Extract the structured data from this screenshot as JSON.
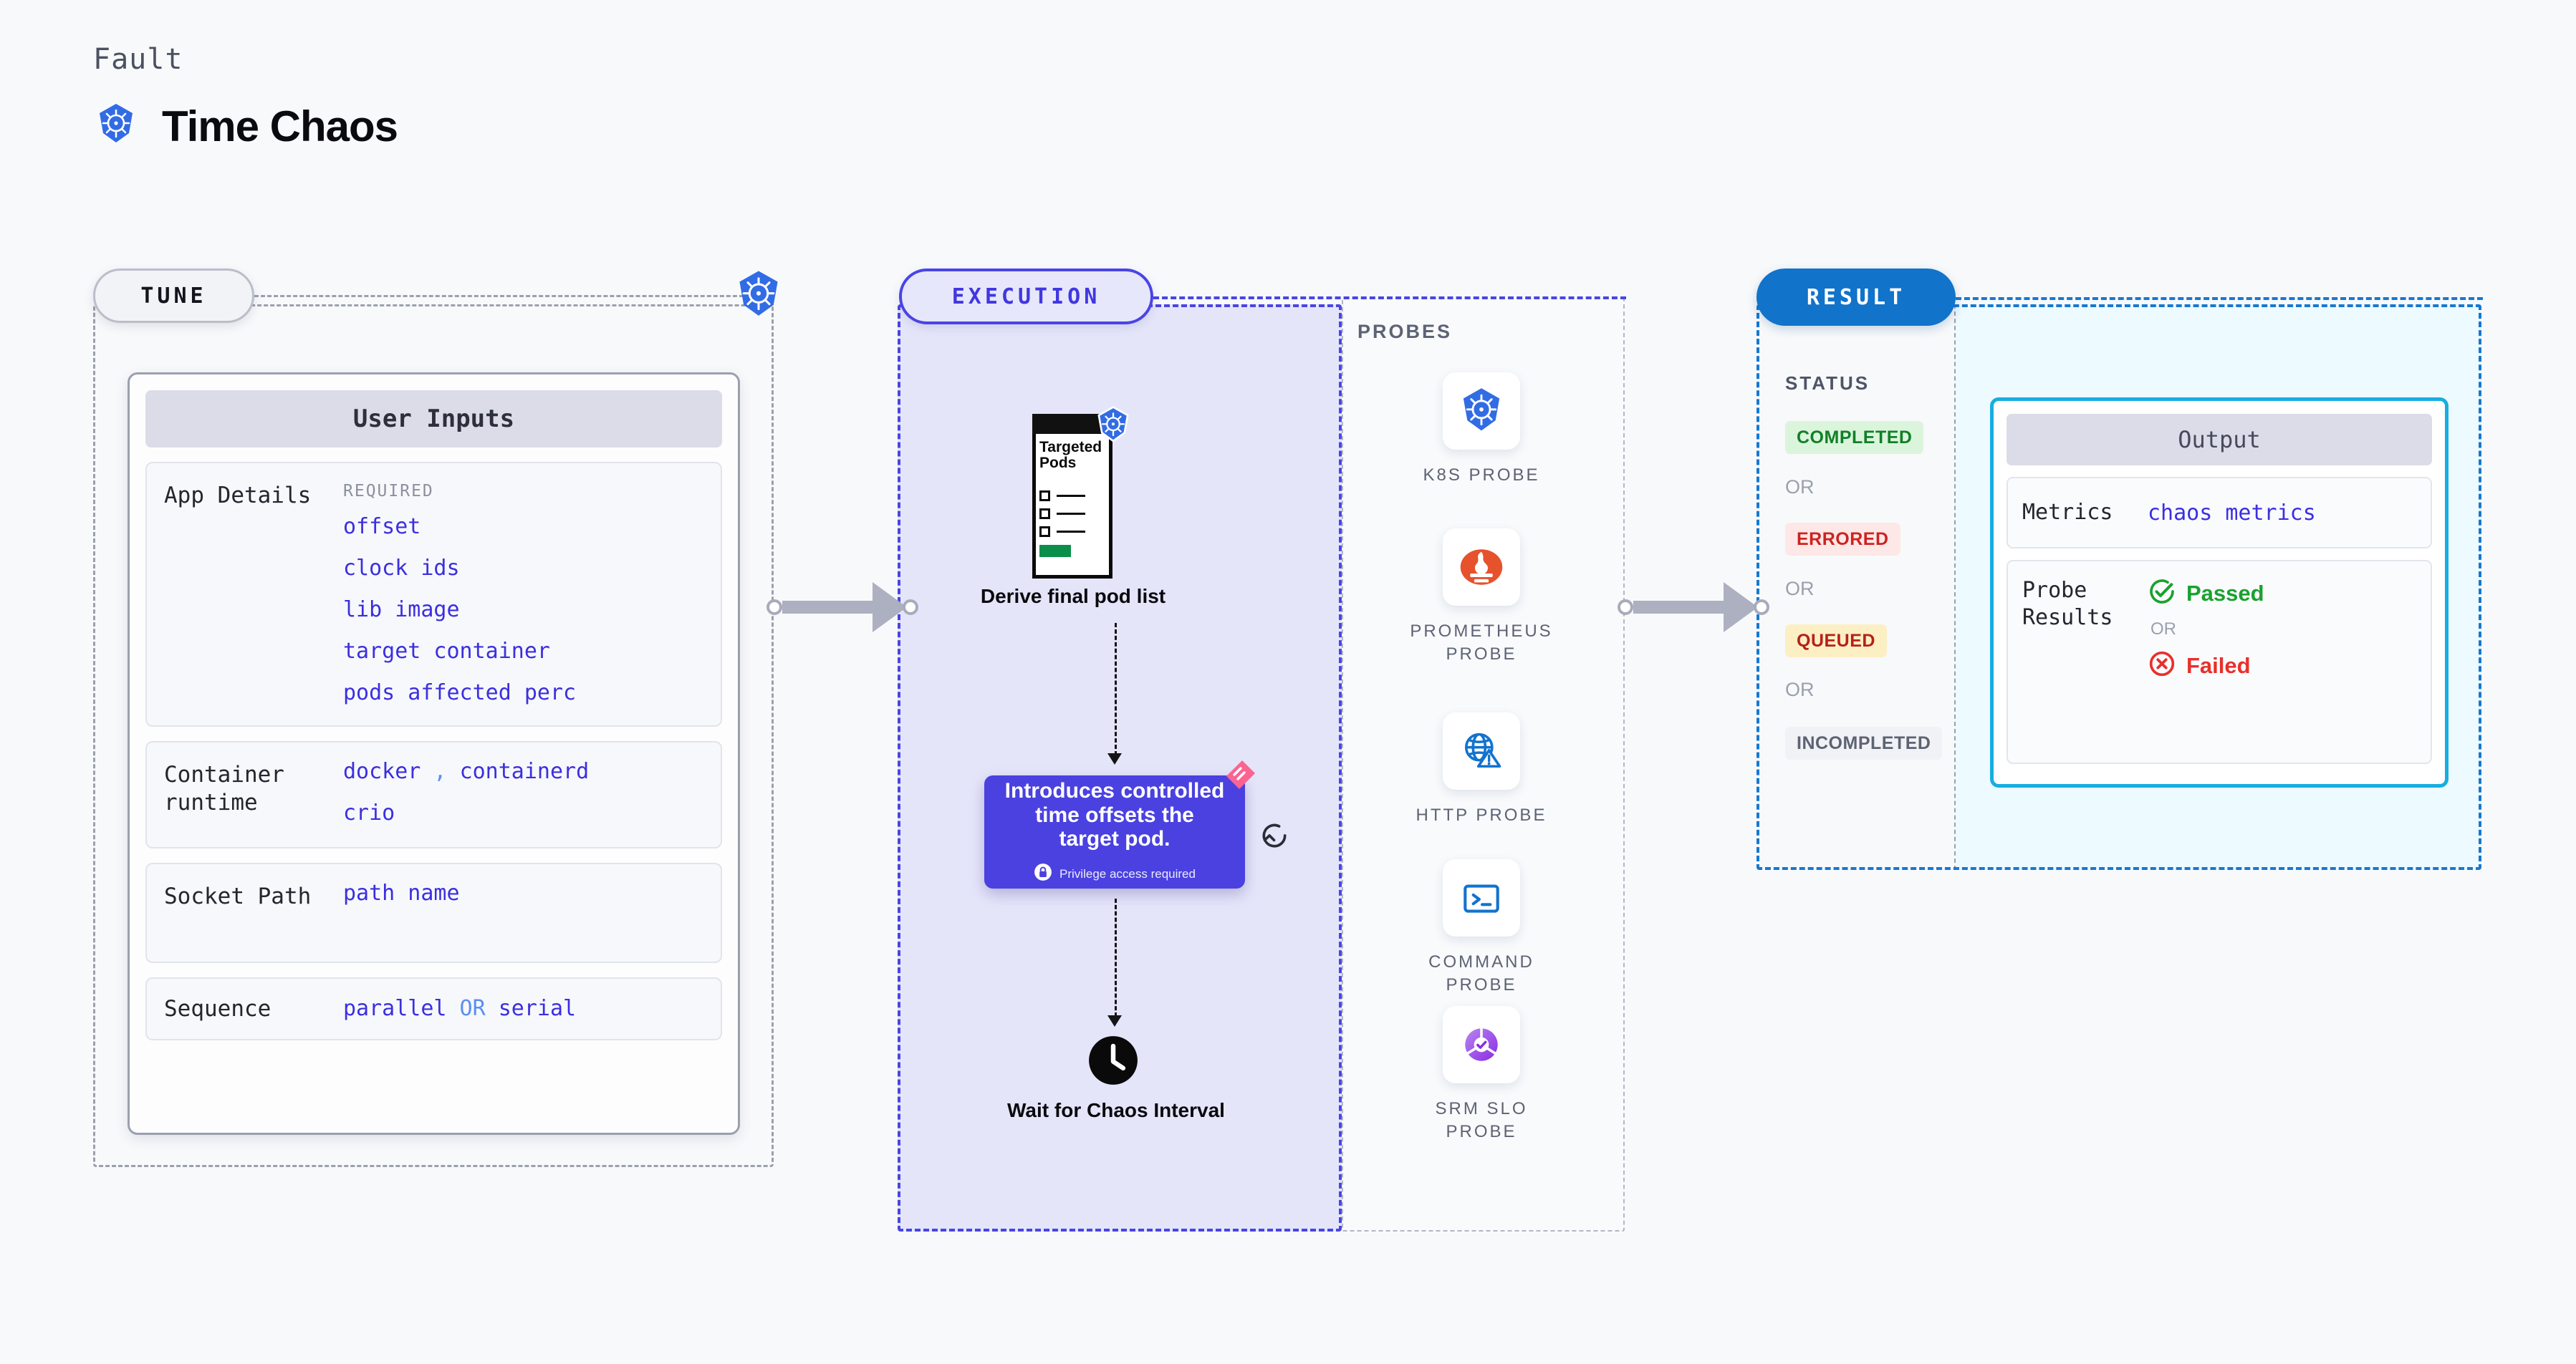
{
  "header": {
    "eyebrow": "Fault",
    "title": "Time Chaos",
    "logo_icon": "kubernetes-icon"
  },
  "tune": {
    "pill_label": "TUNE",
    "badge_icon": "kubernetes-icon",
    "card_title": "User Inputs",
    "blocks": [
      {
        "label": "App Details",
        "required_tag": "REQUIRED",
        "values": [
          "offset",
          "clock ids",
          "lib image",
          "target container",
          "pods affected perc"
        ]
      },
      {
        "label": "Container runtime",
        "values": [
          "docker , containerd",
          "crio"
        ]
      },
      {
        "label": "Socket Path",
        "values": [
          "path name"
        ]
      },
      {
        "label": "Sequence",
        "values": [
          "parallel OR serial"
        ]
      }
    ]
  },
  "execution": {
    "pill_label": "EXECUTION",
    "clipboard": {
      "title": "Targeted Pods",
      "badge_icon": "kubernetes-icon"
    },
    "derive_label": "Derive final pod list",
    "description_card": {
      "text": "Introduces controlled time offsets the target pod.",
      "privilege_label": "Privilege access required",
      "lock_icon": "lock-icon",
      "corner_icon": "chaos-mesh-icon",
      "retry_icon": "retry-icon"
    },
    "wait_node": {
      "icon": "clock-icon",
      "label": "Wait for Chaos Interval"
    }
  },
  "probes": {
    "title": "PROBES",
    "items": [
      {
        "name": "K8S PROBE",
        "icon": "kubernetes-icon"
      },
      {
        "name": "PROMETHEUS PROBE",
        "icon": "prometheus-icon"
      },
      {
        "name": "HTTP PROBE",
        "icon": "globe-warning-icon"
      },
      {
        "name": "COMMAND PROBE",
        "icon": "terminal-icon"
      },
      {
        "name": "SRM SLO PROBE",
        "icon": "slo-donut-check-icon"
      }
    ]
  },
  "result": {
    "pill_label": "RESULT",
    "status_title": "STATUS",
    "or_label": "OR",
    "statuses": [
      {
        "label": "COMPLETED",
        "bg": "#dbf5dd",
        "fg": "#128027"
      },
      {
        "label": "ERRORED",
        "bg": "#fde8e7",
        "fg": "#cd2320"
      },
      {
        "label": "QUEUED",
        "bg": "#fdefc4",
        "fg": "#b52119"
      },
      {
        "label": "INCOMPLETED",
        "bg": "#f1f2f6",
        "fg": "#5d6373"
      }
    ],
    "output": {
      "title": "Output",
      "metrics_label": "Metrics",
      "metrics_value": "chaos metrics",
      "probe_results_label": "Probe Results",
      "passed_label": "Passed",
      "failed_label": "Failed",
      "or_label": "OR",
      "passed_icon": "check-circle-icon",
      "failed_icon": "x-circle-icon"
    }
  },
  "colors": {
    "accent_indigo": "#4945e4",
    "accent_blue": "#1173ca",
    "accent_cyan": "#16aee0",
    "value_blue": "#3b2fe0",
    "k8s_blue": "#326ce5",
    "pass_green": "#1aa12f",
    "fail_red": "#e8302b"
  }
}
